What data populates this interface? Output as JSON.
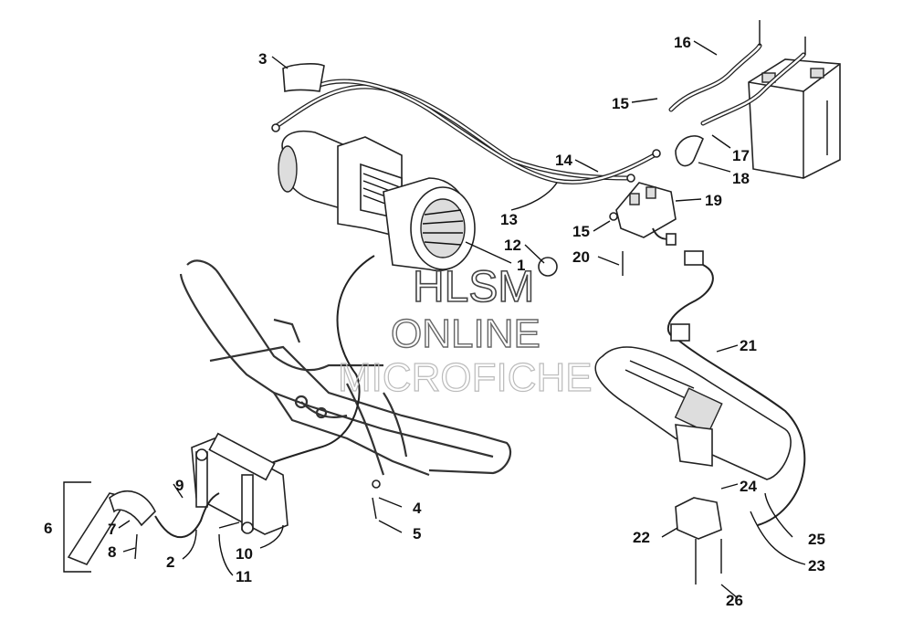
{
  "watermark": {
    "line1": "HLSM",
    "line2": "ONLINE",
    "line3": "MICROFICHE"
  },
  "callouts": {
    "c1": "1",
    "c2": "2",
    "c3": "3",
    "c4": "4",
    "c5": "5",
    "c6": "6",
    "c7": "7",
    "c8": "8",
    "c9": "9",
    "c10": "10",
    "c11": "11",
    "c12": "12",
    "c13": "13",
    "c14": "14",
    "c15a": "15",
    "c15b": "15",
    "c16": "16",
    "c17": "17",
    "c18": "18",
    "c19": "19",
    "c20": "20",
    "c21": "21",
    "c22": "22",
    "c23": "23",
    "c24": "24",
    "c25": "25",
    "c26": "26"
  },
  "parts": {
    "winch": "winch-assembly",
    "battery": "battery",
    "solenoid": "winch-solenoid",
    "handlebar_switch": "handlebar-switch",
    "frame": "bumper-frame",
    "roller_fairlead": "roller-fairlead",
    "hook_strap": "hook-and-strap"
  }
}
